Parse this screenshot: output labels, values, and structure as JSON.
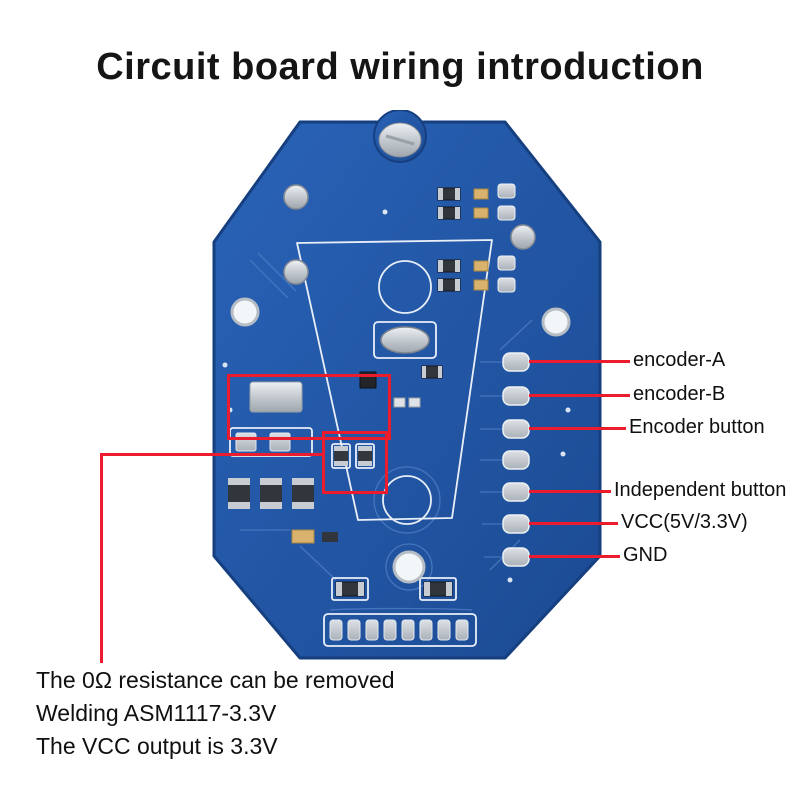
{
  "title": "Circuit board wiring introduction",
  "callouts": {
    "items": [
      {
        "label": "encoder-A"
      },
      {
        "label": "encoder-B"
      },
      {
        "label": "Encoder button"
      },
      {
        "label": "Independent button"
      },
      {
        "label": "VCC(5V/3.3V)"
      },
      {
        "label": "GND"
      }
    ]
  },
  "notes": {
    "lines": [
      "The 0Ω resistance can be removed",
      "Welding ASM1117-3.3V",
      "The VCC output is 3.3V"
    ]
  },
  "colors": {
    "annotation_red": "#ea1c2d",
    "board_blue": "#2157a7",
    "silkscreen_white": "#e9eff8",
    "text_black": "#101010"
  }
}
